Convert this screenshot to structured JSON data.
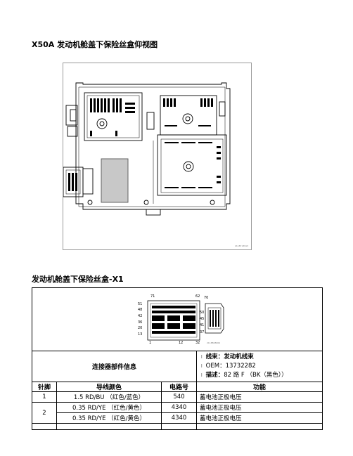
{
  "section1": {
    "title": "X50A 发动机舱盖下保险丝盒仰视图",
    "figure_code": "2118713913"
  },
  "section2": {
    "title": "发动机舱盖下保险丝盒-X1",
    "figure_code": "2118828064",
    "pin_labels": {
      "left": [
        "51",
        "48",
        "42",
        "36",
        "20",
        "13"
      ],
      "top": [
        "71",
        "62",
        "70"
      ],
      "right": [
        "50",
        "45",
        "41",
        "37"
      ],
      "bottom": [
        "1",
        "12",
        "32"
      ]
    }
  },
  "connector_info": {
    "label": "连接器部件信息",
    "lines": [
      {
        "label": "线束：",
        "value": "发动机线束"
      },
      {
        "label": "",
        "value": "OEM：13732282"
      },
      {
        "label": "描述：",
        "value": "82 路 F （BK（黑色））"
      }
    ]
  },
  "table": {
    "headers": [
      "针脚",
      "导线颜色",
      "电路号",
      "功能"
    ],
    "rows": [
      {
        "pin": "1",
        "wire": "1.5 RD/BU",
        "wire_cn": "（红色/蓝色）",
        "circuit": "540",
        "function": "蓄电池正极电压"
      },
      {
        "pin": "2",
        "wire": "0.35 RD/YE",
        "wire_cn": "（红色/黄色）",
        "circuit": "4340",
        "function": "蓄电池正极电压"
      },
      {
        "pin": "",
        "wire": "0.35 RD/YE",
        "wire_cn": "（红色/黄色）",
        "circuit": "4340",
        "function": "蓄电池正极电压"
      }
    ]
  }
}
